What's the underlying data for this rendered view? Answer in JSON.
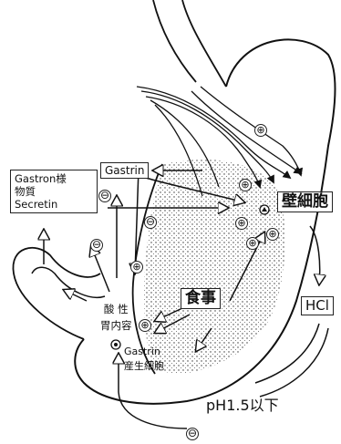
{
  "labels": {
    "gastron_substance": "Gastron様\n物質\nSecretin",
    "gastrin": "Gastrin",
    "parietal_cell": "壁細胞",
    "food": "食事",
    "hcl": "HCl",
    "acidic_content": "酸 性\n胃内容",
    "gastrin_cell": "Gastrin\n産生細胞",
    "ph": "pH1.5以下"
  },
  "signs": {
    "plus": "⊕",
    "minus": "⊖"
  }
}
